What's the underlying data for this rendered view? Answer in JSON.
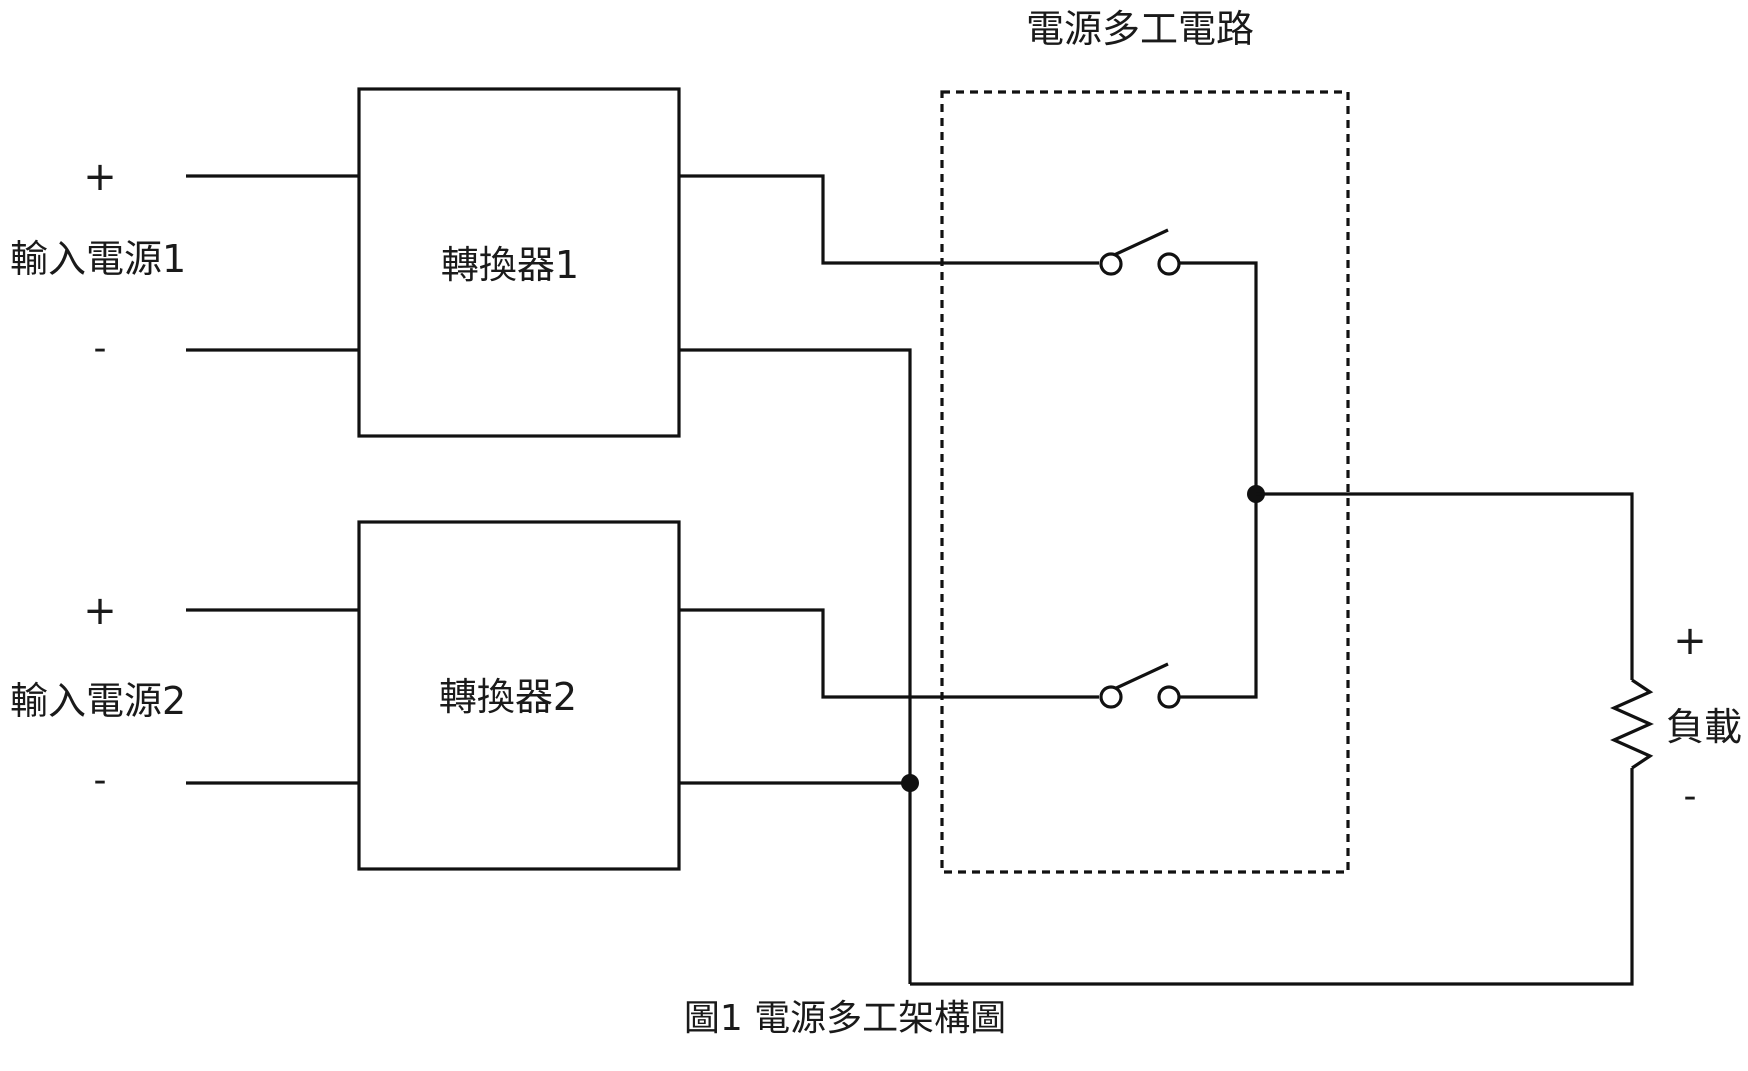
{
  "mux_title": "電源多工電路",
  "inputs": [
    {
      "label": "輸入電源1",
      "plus": "+",
      "minus": "-"
    },
    {
      "label": "輸入電源2",
      "plus": "+",
      "minus": "-"
    }
  ],
  "converters": [
    {
      "label": "轉換器1"
    },
    {
      "label": "轉換器2"
    }
  ],
  "load": {
    "label": "負載",
    "plus": "+",
    "minus": "-"
  },
  "caption": "圖1 電源多工架構圖"
}
